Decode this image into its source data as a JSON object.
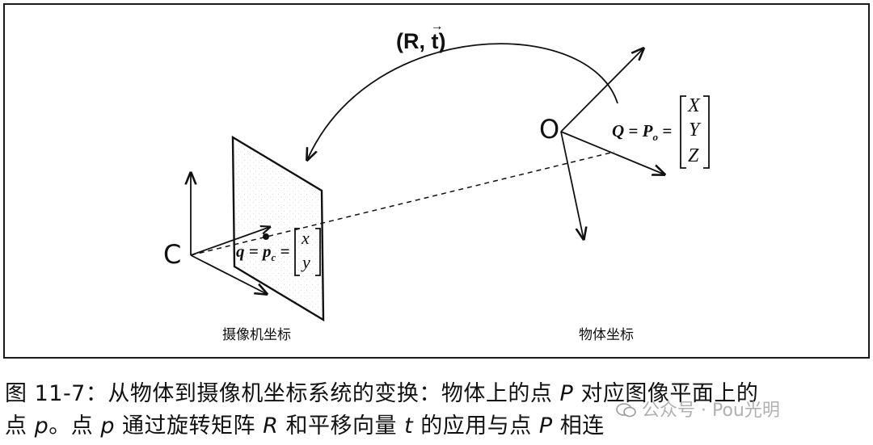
{
  "diagram": {
    "transform_label_prefix": "(R, ",
    "transform_label_t": "t",
    "transform_label_suffix": ")",
    "camera_origin": "C",
    "object_origin": "O",
    "camera_coord_label": "摄像机坐标",
    "object_coord_label": "物体坐标",
    "image_eq_lhs": "q = p",
    "image_eq_sub": "c",
    "image_vec": [
      "x",
      "y"
    ],
    "object_eq_lhs": "Q = P",
    "object_eq_sub": "o",
    "object_vec": [
      "X",
      "Y",
      "Z"
    ]
  },
  "caption": {
    "line1_a": "图 11-7：从物体到摄像机坐标系统的变换：物体上的点 ",
    "line1_P": "P",
    "line1_b": " 对应图像平面上的",
    "line2_a": "点 ",
    "line2_p1": "p",
    "line2_b": "。点 ",
    "line2_p2": "p",
    "line2_c": " 通过旋转矩阵 ",
    "line2_R": "R",
    "line2_d": " 和平移向量 ",
    "line2_t": "t",
    "line2_e": " 的应用与点 ",
    "line2_P": "P",
    "line2_f": " 相连"
  },
  "watermark": {
    "text": "公众号 · Pou光明"
  }
}
